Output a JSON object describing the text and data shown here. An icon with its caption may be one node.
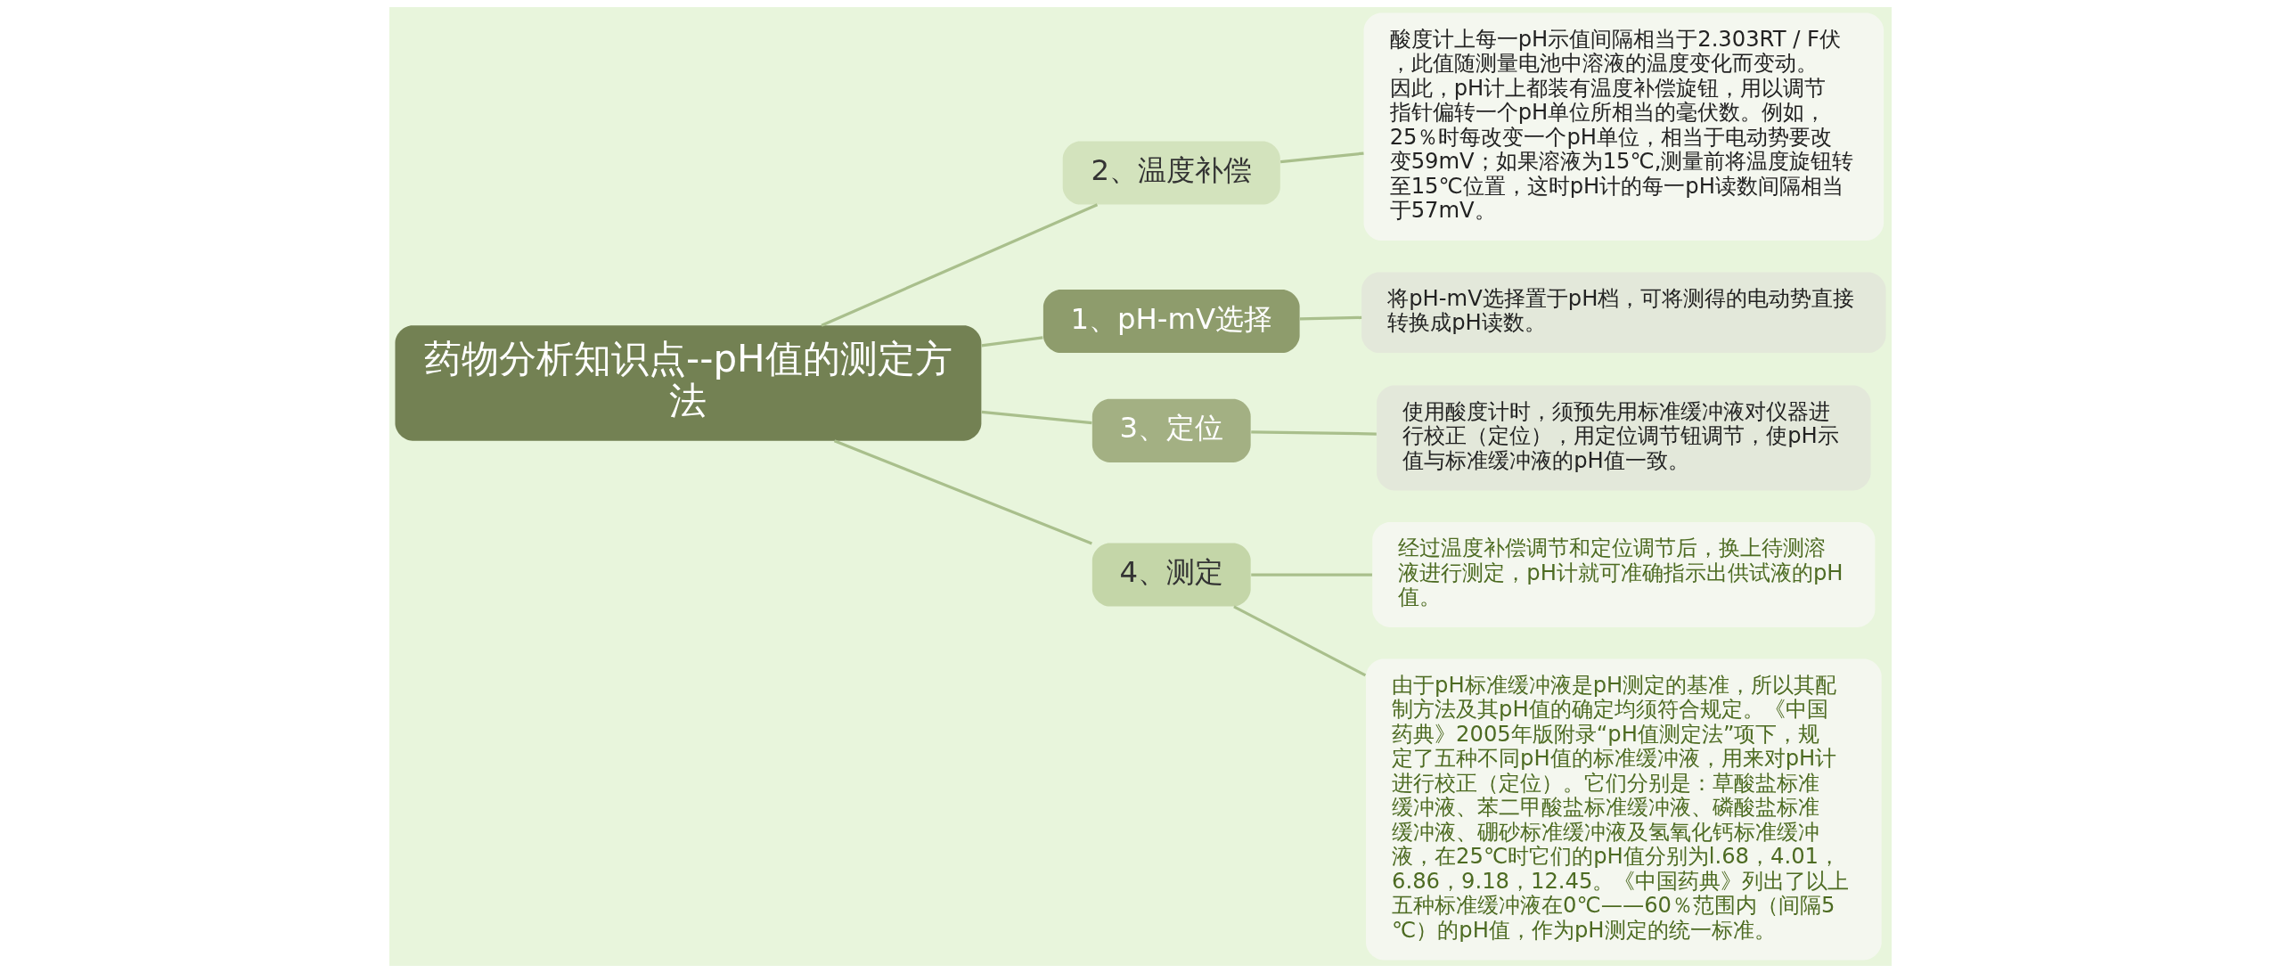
{
  "diagram": {
    "nodes": [
      {
        "text": [
          "药物分析知识点--pH值的测定方法"
        ]
      },
      {
        "text": [
          "2、温度补偿"
        ]
      },
      {
        "text": [
          "酸度计上每一pH示值间隔相当于2.303RT / F伏，此值随测量电池中溶液的温度变化而变动。因此，pH计上都装有温度补偿旋钮，用以调节指针偏转一个pH单位所相当的毫伏数。例如，25％时每改变一个pH单位，相当于电动势要改变59mV；如果溶液为15℃,测量前将温度旋钮转至15℃位置，这时pH计的每一pH读数间隔相当于57mV。"
        ]
      },
      {
        "text": [
          "1、pH-mV选择"
        ]
      },
      {
        "text": [
          "将pH-mV选择置于pH档，可将测得的电动势直接转换成pH读数。"
        ]
      },
      {
        "text": [
          "3、定位"
        ]
      },
      {
        "text": [
          "使用酸度计时，须预先用标准缓冲液对仪器进行校正（定位），用定位调节钮调节，使pH示值与标准缓冲液的pH值一致。"
        ]
      },
      {
        "text": [
          "4、测定"
        ]
      },
      {
        "text": [
          "经过温度补偿调节和定位调节后，换上待测溶液进行测定，pH计就可准确指示出供试液的pH值。"
        ]
      },
      {
        "text": [
          "由于pH标准缓冲液是pH测定的基准，所以其配制方法及其pH值的确定均须符合规定。《中国药典》2005年版附录“pH值测定法”项下，规定了五种不同pH值的标准缓冲液，用来对pH计进行校正（定位）。它们分别是：草酸盐标准缓冲液、苯二甲酸盐标准缓冲液、磷酸盐标准缓冲液、硼砂标准缓冲液及氢氧化钙标准缓冲液，在25℃时它们的pH值分别为l.68，4.01，6.86，9.18，12.45。《中国药典》列出了以上五种标准缓冲液在0℃——60％范围内（间隔5℃）的pH值，作为pH测定的统一标准。"
        ]
      }
    ],
    "edges": [
      {
        "from": 0,
        "to": 1,
        "arrow": "none"
      },
      {
        "from": 1,
        "to": 2,
        "arrow": "none"
      },
      {
        "from": 0,
        "to": 3,
        "arrow": "none"
      },
      {
        "from": 3,
        "to": 4,
        "arrow": "none"
      },
      {
        "from": 0,
        "to": 5,
        "arrow": "none"
      },
      {
        "from": 5,
        "to": 6,
        "arrow": "none"
      },
      {
        "from": 0,
        "to": 7,
        "arrow": "none"
      },
      {
        "from": 7,
        "to": 8,
        "arrow": "none"
      },
      {
        "from": 7,
        "to": 9,
        "arrow": "none"
      }
    ]
  }
}
